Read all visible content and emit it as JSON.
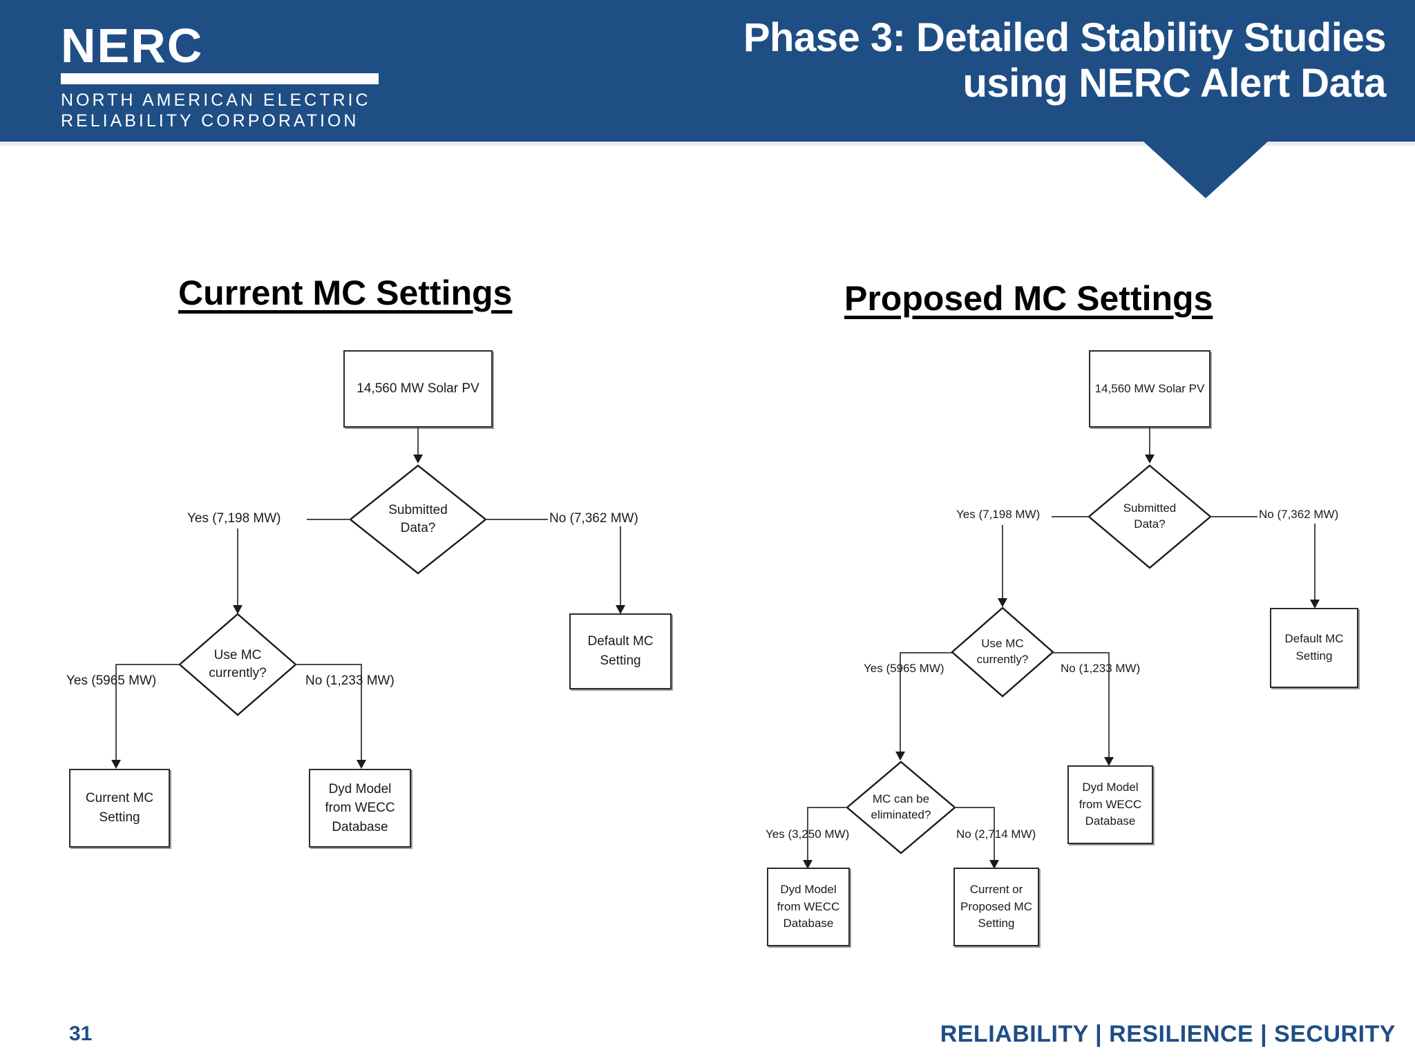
{
  "header": {
    "title_line1": "Phase 3: Detailed Stability Studies",
    "title_line2": "using NERC Alert Data",
    "brand_color": "#1F4E85",
    "logo": {
      "wordmark": "NERC",
      "subtitle_line1": "NORTH AMERICAN ELECTRIC",
      "subtitle_line2": "RELIABILITY CORPORATION"
    }
  },
  "columns": {
    "left_heading": "Current MC Settings",
    "right_heading": "Proposed MC Settings"
  },
  "chart_data": {
    "type": "diagram",
    "title": "Phase 3: Detailed Stability Studies using NERC Alert Data",
    "diagrams": [
      {
        "name": "current-mc-settings",
        "title": "Current MC Settings",
        "nodes": [
          {
            "id": "source",
            "shape": "box",
            "label": "14,560 MW Solar PV"
          },
          {
            "id": "submitted",
            "shape": "diamond",
            "label": "Submitted Data?"
          },
          {
            "id": "usemc",
            "shape": "diamond",
            "label": "Use MC currently?"
          },
          {
            "id": "default",
            "shape": "box",
            "label": "Default MC Setting"
          },
          {
            "id": "currentmc",
            "shape": "box",
            "label": "Current MC Setting"
          },
          {
            "id": "dyd",
            "shape": "box",
            "label": "Dyd Model from WECC Database"
          }
        ],
        "edges": [
          {
            "from": "source",
            "to": "submitted",
            "label": ""
          },
          {
            "from": "submitted",
            "to": "usemc",
            "label": "Yes (7,198 MW)"
          },
          {
            "from": "submitted",
            "to": "default",
            "label": "No (7,362 MW)"
          },
          {
            "from": "usemc",
            "to": "currentmc",
            "label": "Yes (5965 MW)"
          },
          {
            "from": "usemc",
            "to": "dyd",
            "label": "No (1,233 MW)"
          }
        ]
      },
      {
        "name": "proposed-mc-settings",
        "title": "Proposed MC Settings",
        "nodes": [
          {
            "id": "source",
            "shape": "box",
            "label": "14,560 MW Solar PV"
          },
          {
            "id": "submitted",
            "shape": "diamond",
            "label": "Submitted Data?"
          },
          {
            "id": "usemc",
            "shape": "diamond",
            "label": "Use MC currently?"
          },
          {
            "id": "default",
            "shape": "box",
            "label": "Default MC Setting"
          },
          {
            "id": "eliminated",
            "shape": "diamond",
            "label": "MC can be eliminated?"
          },
          {
            "id": "dyd_right",
            "shape": "box",
            "label": "Dyd Model from WECC Database"
          },
          {
            "id": "dyd_left",
            "shape": "box",
            "label": "Dyd Model from WECC Database"
          },
          {
            "id": "currentproposed",
            "shape": "box",
            "label": "Current or Proposed MC Setting"
          }
        ],
        "edges": [
          {
            "from": "source",
            "to": "submitted",
            "label": ""
          },
          {
            "from": "submitted",
            "to": "usemc",
            "label": "Yes (7,198 MW)"
          },
          {
            "from": "submitted",
            "to": "default",
            "label": "No (7,362 MW)"
          },
          {
            "from": "usemc",
            "to": "eliminated",
            "label": "Yes (5965 MW)"
          },
          {
            "from": "usemc",
            "to": "dyd_right",
            "label": "No (1,233 MW)"
          },
          {
            "from": "eliminated",
            "to": "dyd_left",
            "label": "Yes (3,250 MW)"
          },
          {
            "from": "eliminated",
            "to": "currentproposed",
            "label": "No (2,714 MW)"
          }
        ]
      }
    ]
  },
  "left": {
    "source_label": "14,560 MW Solar PV",
    "submitted_l1": "Submitted",
    "submitted_l2": "Data?",
    "yes_submitted": "Yes (7,198 MW)",
    "no_submitted": "No (7,362 MW)",
    "usemc_l1": "Use MC",
    "usemc_l2": "currently?",
    "yes_usemc": "Yes (5965 MW)",
    "no_usemc": "No (1,233 MW)",
    "default_l1": "Default MC",
    "default_l2": "Setting",
    "currentmc_l1": "Current MC",
    "currentmc_l2": "Setting",
    "dyd_l1": "Dyd Model",
    "dyd_l2": "from WECC",
    "dyd_l3": "Database"
  },
  "right": {
    "source_label": "14,560 MW Solar PV",
    "submitted_l1": "Submitted",
    "submitted_l2": "Data?",
    "yes_submitted": "Yes (7,198 MW)",
    "no_submitted": "No (7,362 MW)",
    "usemc_l1": "Use MC",
    "usemc_l2": "currently?",
    "yes_usemc": "Yes (5965 MW)",
    "no_usemc": "No (1,233 MW)",
    "default_l1": "Default MC",
    "default_l2": "Setting",
    "elim_l1": "MC can be",
    "elim_l2": "eliminated?",
    "yes_elim": "Yes (3,250 MW)",
    "no_elim": "No (2,714 MW)",
    "dydright_l1": "Dyd Model",
    "dydright_l2": "from WECC",
    "dydright_l3": "Database",
    "dydleft_l1": "Dyd Model",
    "dydleft_l2": "from WECC",
    "dydleft_l3": "Database",
    "cp_l1": "Current or",
    "cp_l2": "Proposed MC",
    "cp_l3": "Setting"
  },
  "footer": {
    "page_number": "31",
    "tagline": "RELIABILITY | RESILIENCE | SECURITY",
    "color": "#1F4E85"
  }
}
